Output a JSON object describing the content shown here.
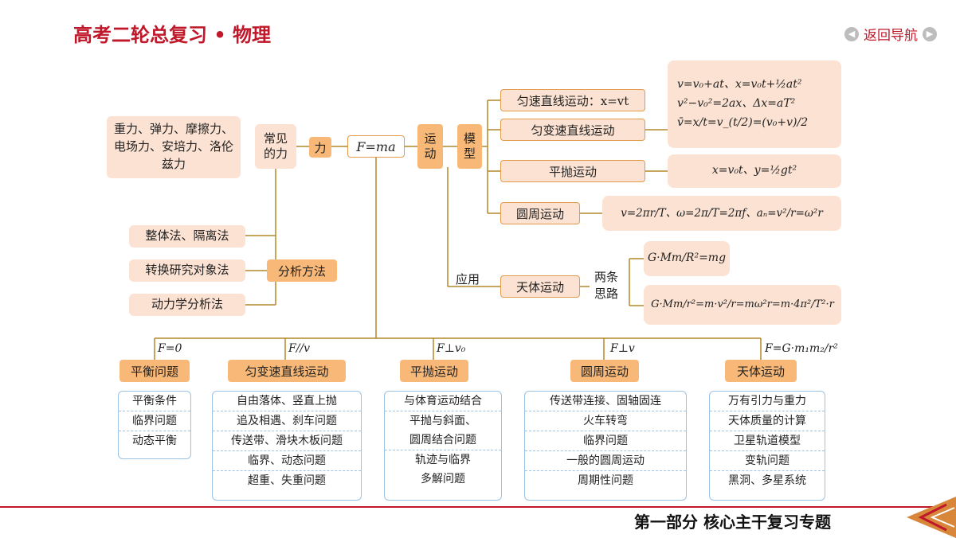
{
  "header": {
    "title": "高考二轮总复习 • 物理",
    "back_label": "返回导航"
  },
  "footer": {
    "title": "第一部分 核心主干复习专题"
  },
  "forces": {
    "text": "重力、弹力、摩擦力、电场力、安培力、洛伦兹力",
    "common": "常见的力",
    "force": "力",
    "fma": "F=ma",
    "motion": "运动",
    "model": "模型"
  },
  "methods": {
    "items": [
      "整体法、隔离法",
      "转换研究对象法",
      "动力学分析法"
    ],
    "label": "分析方法"
  },
  "models": {
    "uniform": "匀速直线运动：x=vt",
    "accel": "匀变速直线运动",
    "projectile": "平抛运动",
    "circular": "圆周运动"
  },
  "formulas": {
    "accel": [
      "v=v₀+at、x=v₀t+½at²",
      "v²−v₀²=2ax、Δx=aT²",
      "v̄=x/t=v_(t/2)=(v₀+v)/2"
    ],
    "projectile": "x=v₀t、y=½gt²",
    "circular": "v=2πr/T、ω=2π/T=2πf、aₙ=v²/r=ω²r",
    "grav1": "G·Mm/R²=mg",
    "grav2": "G·Mm/r²=m·v²/r=mω²r=m·4π²/T²·r"
  },
  "application": {
    "label": "应用",
    "celestial": "天体运动",
    "two_ways": "两条思路"
  },
  "bottom": {
    "conditions": [
      "F=0",
      "F//v",
      "F⊥v₀",
      "F⊥v",
      "F=G·m₁m₂/r²"
    ],
    "categories": [
      "平衡问题",
      "匀变速直线运动",
      "平抛运动",
      "圆周运动",
      "天体运动"
    ],
    "lists": [
      [
        "平衡条件",
        "临界问题",
        "动态平衡"
      ],
      [
        "自由落体、竖直上抛",
        "追及相遇、刹车问题",
        "传送带、滑块木板问题",
        "临界、动态问题",
        "超重、失重问题"
      ],
      [
        "与体育运动结合",
        "平抛与斜面、",
        "圆周结合问题",
        "轨迹与临界",
        "多解问题"
      ],
      [
        "传送带连接、固轴固连",
        "火车转弯",
        "临界问题",
        "一般的圆周运动",
        "周期性问题"
      ],
      [
        "万有引力与重力",
        "天体质量的计算",
        "卫星轨道模型",
        "变轨问题",
        "黑洞、多星系统"
      ]
    ]
  },
  "colors": {
    "accent": "#c0182a",
    "peach": "#fce2d2",
    "orange": "#f8b877",
    "line": "#b3872a",
    "list_border": "#9cc3e6"
  }
}
